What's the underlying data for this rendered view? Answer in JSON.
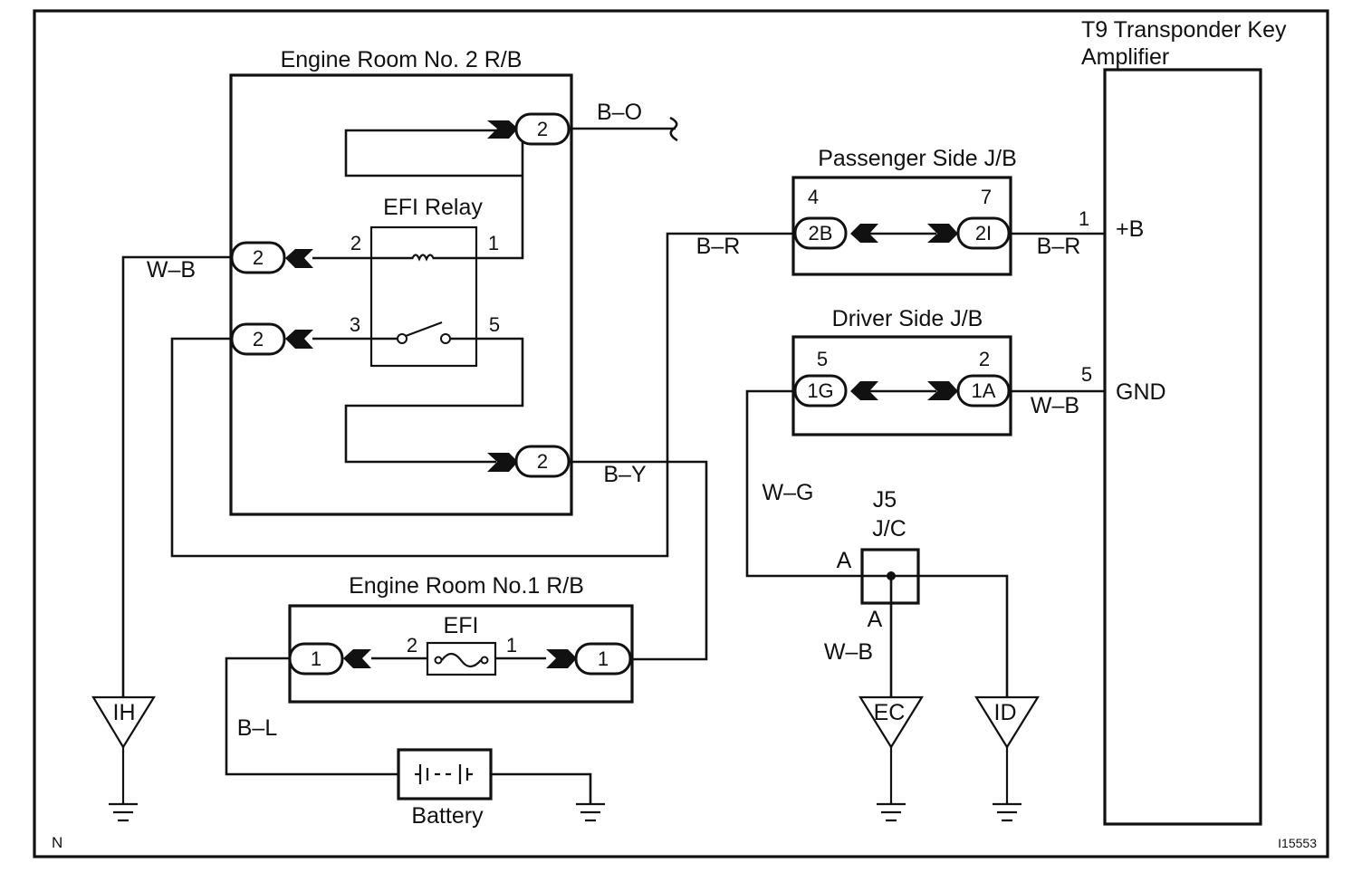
{
  "components": {
    "er2": {
      "title": "Engine Room No. 2 R/B"
    },
    "efi_relay": {
      "title": "EFI Relay",
      "pin_left_top": "2",
      "pin_right_top": "1",
      "pin_left_bot": "3",
      "pin_right_bot": "5"
    },
    "er1": {
      "title": "Engine Room No.1 R/B"
    },
    "efi_fuse": {
      "title": "EFI",
      "pin_left": "2",
      "pin_right": "1"
    },
    "passenger_jb": {
      "title": "Passenger Side J/B",
      "pin_left": "4",
      "pin_right": "7",
      "conn_left": "2B",
      "conn_right": "2I"
    },
    "driver_jb": {
      "title": "Driver Side J/B",
      "pin_left": "5",
      "pin_right": "2",
      "conn_left": "1G",
      "conn_right": "1A"
    },
    "j5": {
      "title_line1": "J5",
      "title_line2": "J/C",
      "pin_left": "A",
      "pin_bottom": "A"
    },
    "t9": {
      "title_line1": "T9 Transponder Key",
      "title_line2": "Amplifier",
      "term_b": "+B",
      "term_b_pin": "1",
      "term_gnd": "GND",
      "term_gnd_pin": "5"
    },
    "battery": {
      "title": "Battery"
    }
  },
  "connectors": {
    "er2_top": "2",
    "er2_left_top": "2",
    "er2_left_bot": "2",
    "er2_bot": "2",
    "er1_left": "1",
    "er1_right": "1"
  },
  "wires": {
    "b_o": "B–O",
    "w_b_left": "W–B",
    "b_r_mid": "B–R",
    "b_r_right": "B–R",
    "b_y": "B–Y",
    "w_b_right": "W–B",
    "w_g": "W–G",
    "w_b_j5": "W–B",
    "b_l": "B–L"
  },
  "grounds": {
    "ih": "IH",
    "ec": "EC",
    "id": "ID"
  },
  "corner_label": "N",
  "figure_id": "I15553"
}
